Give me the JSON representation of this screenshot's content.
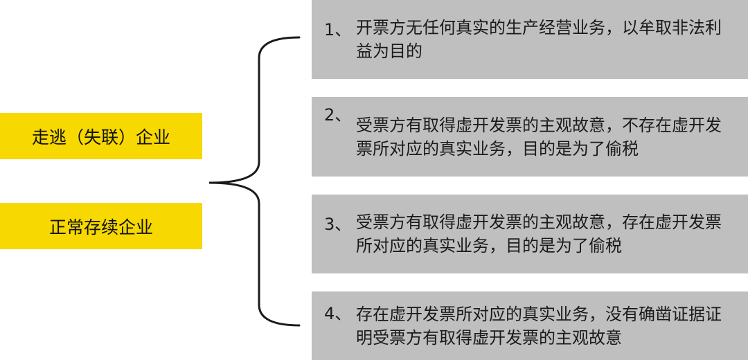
{
  "colors": {
    "left_fill": "#f7d800",
    "right_fill": "#bfbfbf",
    "brace": "#1a1a1a"
  },
  "left_boxes": [
    {
      "label": "走逃（失联）企业"
    },
    {
      "label": "正常存续企业"
    }
  ],
  "cases": [
    {
      "num": "1、",
      "text": "开票方无任何真实的生产经营业务，以牟取非法利益为目的"
    },
    {
      "num": "2、",
      "text": "受票方有取得虚开发票的主观故意，不存在虚开发票所对应的真实业务，目的是为了偷税"
    },
    {
      "num": "3、",
      "text": "受票方有取得虚开发票的主观故意，存在虚开发票所对应的真实业务，目的是为了偷税"
    },
    {
      "num": "4、",
      "text": "存在虚开发票所对应的真实业务，没有确凿证据证明受票方有取得虚开发票的主观故意"
    }
  ]
}
